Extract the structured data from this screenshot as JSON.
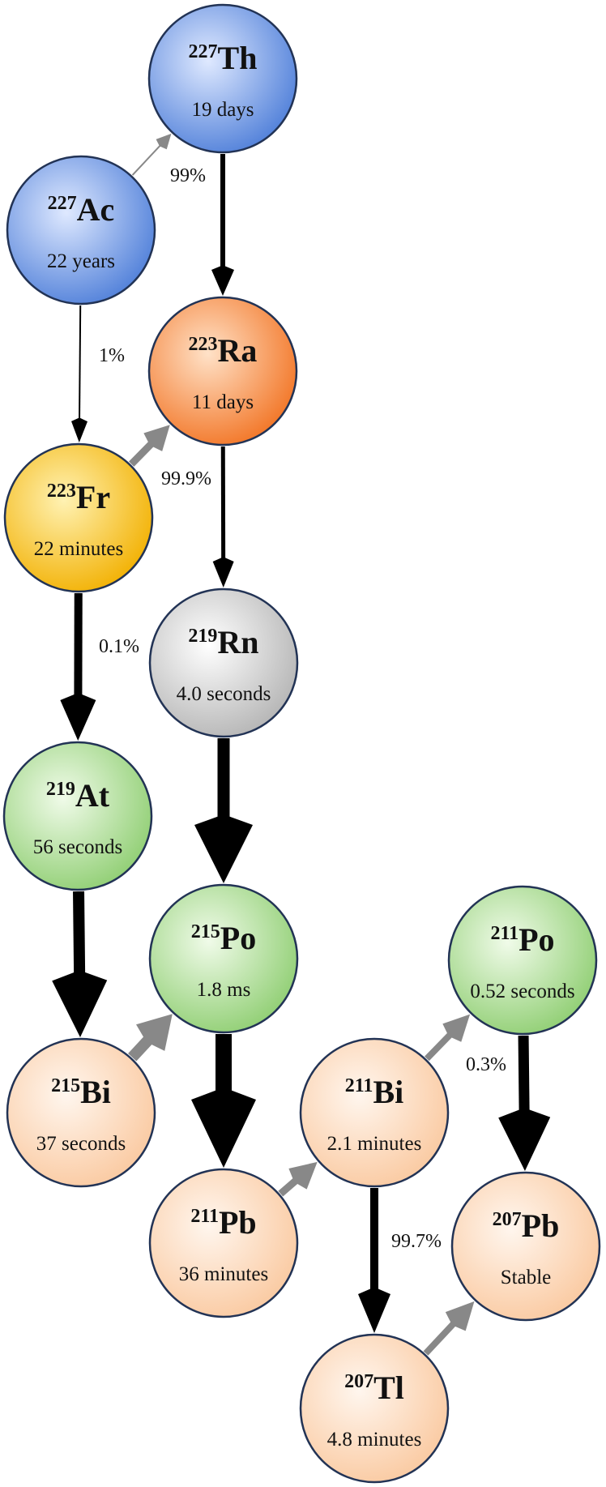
{
  "nodes": [
    {
      "id": "th227",
      "mass": "227",
      "symbol": "Th",
      "half_life": "19 days",
      "color": "blue"
    },
    {
      "id": "ac227",
      "mass": "227",
      "symbol": "Ac",
      "half_life": "22 years",
      "color": "blue"
    },
    {
      "id": "ra223",
      "mass": "223",
      "symbol": "Ra",
      "half_life": "11 days",
      "color": "orange"
    },
    {
      "id": "fr223",
      "mass": "223",
      "symbol": "Fr",
      "half_life": "22 minutes",
      "color": "yellow"
    },
    {
      "id": "rn219",
      "mass": "219",
      "symbol": "Rn",
      "half_life": "4.0 seconds",
      "color": "gray"
    },
    {
      "id": "at219",
      "mass": "219",
      "symbol": "At",
      "half_life": "56 seconds",
      "color": "green"
    },
    {
      "id": "po215",
      "mass": "215",
      "symbol": "Po",
      "half_life": "1.8 ms",
      "color": "green"
    },
    {
      "id": "po211",
      "mass": "211",
      "symbol": "Po",
      "half_life": "0.52 seconds",
      "color": "green"
    },
    {
      "id": "bi215",
      "mass": "215",
      "symbol": "Bi",
      "half_life": "37 seconds",
      "color": "peach"
    },
    {
      "id": "bi211",
      "mass": "211",
      "symbol": "Bi",
      "half_life": "2.1 minutes",
      "color": "peach"
    },
    {
      "id": "pb211",
      "mass": "211",
      "symbol": "Pb",
      "half_life": "36 minutes",
      "color": "peach"
    },
    {
      "id": "pb207",
      "mass": "207",
      "symbol": "Pb",
      "half_life": "Stable",
      "color": "peach"
    },
    {
      "id": "tl207",
      "mass": "207",
      "symbol": "Tl",
      "half_life": "4.8 minutes",
      "color": "peach"
    }
  ],
  "transitions": [
    {
      "from": "ac227",
      "to": "th227",
      "label": "99%",
      "kind": "beta"
    },
    {
      "from": "ac227",
      "to": "fr223",
      "label": "1%",
      "kind": "alpha"
    },
    {
      "from": "th227",
      "to": "ra223",
      "label": "",
      "kind": "alpha"
    },
    {
      "from": "fr223",
      "to": "ra223",
      "label": "99.9%",
      "kind": "beta"
    },
    {
      "from": "ra223",
      "to": "rn219",
      "label": "",
      "kind": "alpha"
    },
    {
      "from": "fr223",
      "to": "at219",
      "label": "0.1%",
      "kind": "alpha"
    },
    {
      "from": "rn219",
      "to": "po215",
      "label": "",
      "kind": "alpha"
    },
    {
      "from": "at219",
      "to": "bi215",
      "label": "",
      "kind": "alpha"
    },
    {
      "from": "bi215",
      "to": "po215",
      "label": "",
      "kind": "beta"
    },
    {
      "from": "po215",
      "to": "pb211",
      "label": "",
      "kind": "alpha"
    },
    {
      "from": "pb211",
      "to": "bi211",
      "label": "",
      "kind": "beta"
    },
    {
      "from": "bi211",
      "to": "po211",
      "label": "0.3%",
      "kind": "beta"
    },
    {
      "from": "bi211",
      "to": "tl207",
      "label": "99.7%",
      "kind": "alpha"
    },
    {
      "from": "po211",
      "to": "pb207",
      "label": "",
      "kind": "alpha"
    },
    {
      "from": "tl207",
      "to": "pb207",
      "label": "",
      "kind": "beta"
    }
  ],
  "palette": {
    "blue": [
      "#dfe9ff",
      "#4f7fd9"
    ],
    "orange": [
      "#ffe2c8",
      "#f27424"
    ],
    "yellow": [
      "#fff2b3",
      "#f2b000"
    ],
    "gray": [
      "#ffffff",
      "#b4b4b4"
    ],
    "green": [
      "#f0fbe9",
      "#8fce72"
    ],
    "peach": [
      "#fff6ee",
      "#fac9a0"
    ],
    "node_stroke": "#223355",
    "alpha_arrow": "#000000",
    "beta_arrow": "#888888"
  }
}
